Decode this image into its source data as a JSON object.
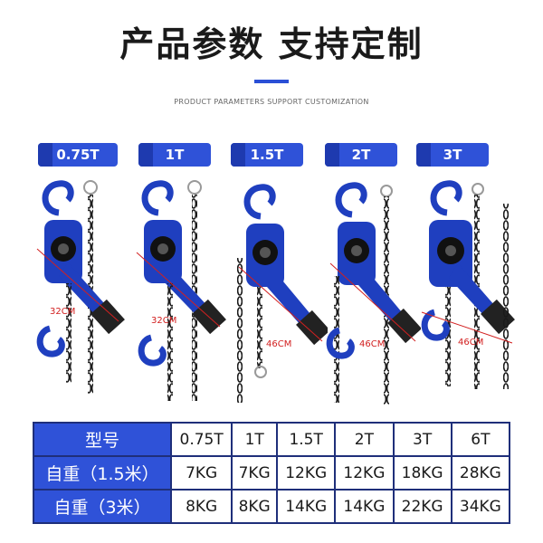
{
  "header": {
    "title": "产品参数 支持定制",
    "subtitle": "PRODUCT PARAMETERS SUPPORT CUSTOMIZATION"
  },
  "badges": [
    "0.75T",
    "1T",
    "1.5T",
    "2T",
    "3T"
  ],
  "measurements": [
    "32CM",
    "32CM",
    "46CM",
    "46CM",
    "46CM"
  ],
  "table": {
    "rows": [
      {
        "label": "型号",
        "values": [
          "0.75T",
          "1T",
          "1.5T",
          "2T",
          "3T",
          "6T"
        ]
      },
      {
        "label": "自重（1.5米）",
        "values": [
          "7KG",
          "7KG",
          "12KG",
          "12KG",
          "18KG",
          "28KG"
        ]
      },
      {
        "label": "自重（3米）",
        "values": [
          "8KG",
          "8KG",
          "14KG",
          "14KG",
          "22KG",
          "34KG"
        ]
      }
    ]
  },
  "colors": {
    "accent": "#2f52d8",
    "product_blue": "#1f3fbf",
    "chain": "#1a1a1a",
    "measure": "#d22020"
  }
}
